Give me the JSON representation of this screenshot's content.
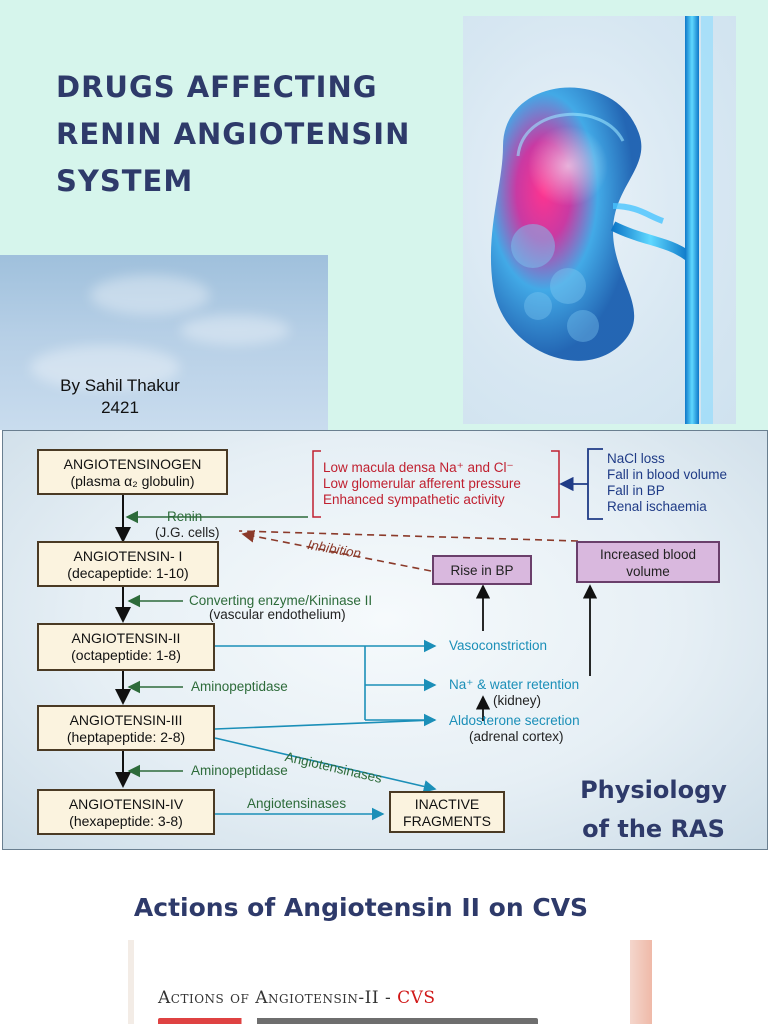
{
  "slide1": {
    "title_lines": [
      "DRUGS AFFECTING",
      "RENIN ANGIOTENSIN",
      "SYSTEM"
    ],
    "byline_name": "By Sahil Thakur",
    "byline_id": "2421"
  },
  "ras_diagram": {
    "cascade": [
      {
        "name": "ANGIOTENSINOGEN",
        "detail": "(plasma α₂ globulin)"
      },
      {
        "name": "ANGIOTENSIN- I",
        "detail": "(decapeptide: 1-10)"
      },
      {
        "name": "ANGIOTENSIN-II",
        "detail": "(octapeptide: 1-8)"
      },
      {
        "name": "ANGIOTENSIN-III",
        "detail": "(heptapeptide: 2-8)"
      },
      {
        "name": "ANGIOTENSIN-IV",
        "detail": "(hexapeptide: 3-8)"
      }
    ],
    "enzymes": {
      "renin": "Renin",
      "renin_source": "(J.G. cells)",
      "converting": "Converting enzyme/Kininase II",
      "converting_source": "(vascular endothelium)",
      "aminopeptidase_1": "Aminopeptidase",
      "aminopeptidase_2": "Aminopeptidase",
      "angiotensinases_diag": "Angiotensinases",
      "angiotensinases": "Angiotensinases"
    },
    "stimuli_red": [
      "Low macula densa Na⁺ and Cl⁻",
      "Low glomerular afferent pressure",
      "Enhanced sympathetic activity"
    ],
    "stimuli_blue": [
      "NaCl loss",
      "Fall in blood volume",
      "Fall in BP",
      "Renal ischaemia"
    ],
    "inhibition": "Inhibition",
    "rise_bp": "Rise in BP",
    "increased_volume_lines": [
      "Increased blood",
      "volume"
    ],
    "effects": {
      "vasoconstriction": "Vasoconstriction",
      "na_retention": "Na⁺ & water retention",
      "kidney": "(kidney)",
      "aldosterone": "Aldosterone secretion",
      "adrenal": "(adrenal cortex)"
    },
    "inactive_lines": [
      "INACTIVE",
      "FRAGMENTS"
    ],
    "caption_lines": [
      "Physiology",
      "of the RAS"
    ]
  },
  "slide2": {
    "heading": "Actions of Angiotensin II on CVS",
    "title_prefix": "Actions of Angiotensin-II - ",
    "title_cvs": "CVS"
  },
  "colors": {
    "title_navy": "#2e3a6a",
    "slide_bg": "#d6f5ec",
    "enzyme_green": "#2d6b3a",
    "stimulus_red": "#c02030",
    "effect_blue": "#1b8fb8",
    "inhibition_brown": "#8b3a2a"
  }
}
